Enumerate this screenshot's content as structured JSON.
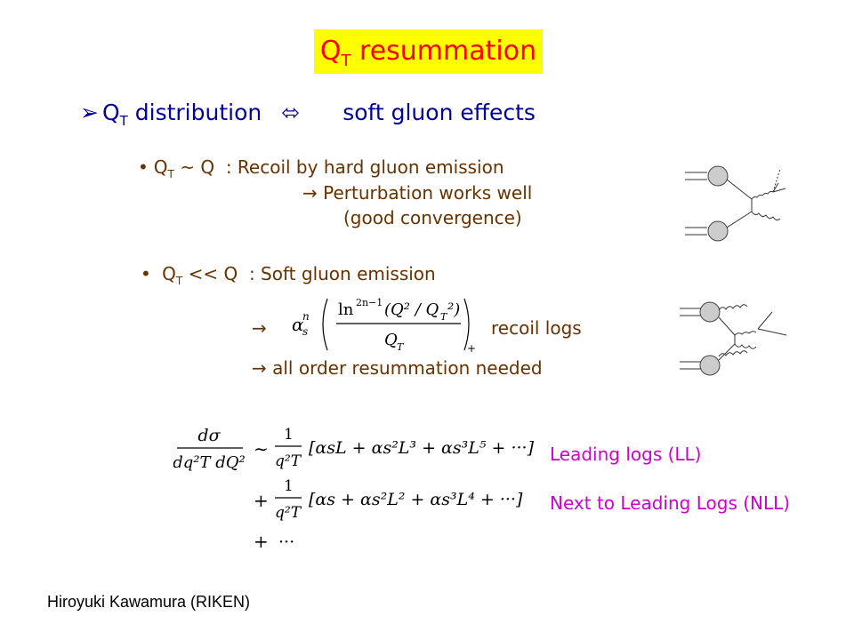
{
  "title": {
    "main": "Q",
    "sub": "T",
    "rest": " resummation"
  },
  "heading": {
    "lead": "Q",
    "lead_sub": "T",
    "lead_rest": " distribution",
    "equiv": "⬄",
    "rest": "soft gluon effects"
  },
  "item1": {
    "bullet": "•",
    "label": "Q",
    "label_sub": "T",
    "label_rest": " ~ Q",
    "desc": ": Recoil by hard gluon emission",
    "arrow_line": "→ Perturbation works well",
    "paren_line": "(good convergence)"
  },
  "item2": {
    "bullet": "•",
    "label": "Q",
    "label_sub": "T",
    "label_rest": " << Q",
    "desc": ": Soft gluon emission",
    "arrow": "→",
    "recoil_logs": "recoil logs",
    "all_order": "→  all order resummation needed",
    "formula": {
      "alpha": "α",
      "s": "s",
      "n": "n",
      "ln": "ln",
      "exp": "2n−1",
      "num": "(Q² / Q",
      "T": "T",
      "num_end": "²)",
      "den": "Q",
      "den_T": "T",
      "plus": "+"
    }
  },
  "expansion": {
    "lhs_num": "dσ",
    "lhs_den": "dq²T dQ²",
    "rows": [
      {
        "op": "∼",
        "terms": "[αsL + αs²L³ + αs³L⁵ + ···]",
        "label": "Leading logs (LL)"
      },
      {
        "op": "+",
        "terms": "[αs + αs²L² + αs³L⁴ + ···]",
        "label": "Next to Leading Logs (NLL)"
      },
      {
        "op": "+",
        "terms": "···"
      }
    ]
  },
  "footer": "Hiroyuki Kawamura (RIKEN)",
  "colors": {
    "title": "#ff0000",
    "title_bg": "#ffff00",
    "heading": "#000099",
    "body": "#663300",
    "labels": "#cc00cc"
  },
  "icons": [
    "feynman-diagram-hard-gluon",
    "feynman-diagram-soft-gluon"
  ]
}
